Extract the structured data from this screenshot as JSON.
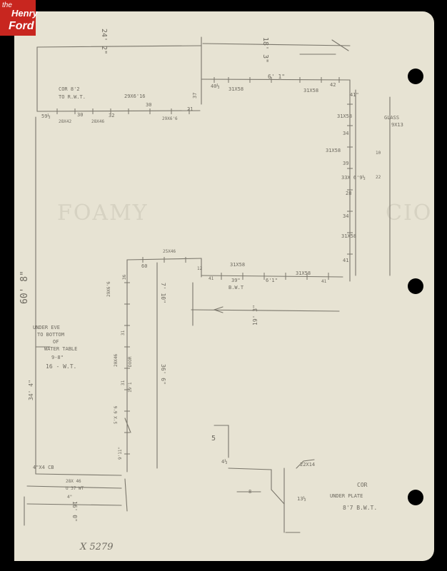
{
  "logo": {
    "line1": "the",
    "line2": "Henry",
    "line3": "Ford"
  },
  "bleed_through": {
    "left": "FOAMY",
    "right": "CIO"
  },
  "colors": {
    "paper": "#e7e3d3",
    "pencil": "#6e6a60",
    "logo": "#c8261f"
  },
  "labels": {
    "top_vertical_dim": "24' 2\"",
    "top_right_vertical_dim": "18' 3\"",
    "top_span_dim": "6' 1\"",
    "dim_40half": "40½",
    "win_31x58_top": "31X58",
    "win_31x58_topright": "31X58",
    "dim_42": "42",
    "dim_41": "41\"",
    "cor_line1": "COR  8'2",
    "cor_line2": "TO R.W.T.",
    "win_29x616": "29X6'16",
    "dim_30_top": "30",
    "dim_37": "37",
    "dim_59half": "59½",
    "dim_30_b": "30",
    "dim_32": "32",
    "win_28x42": "28X42",
    "win_28x46": "28X46",
    "win_29x616_b": "29X6'6",
    "dim_21": "21",
    "right_31x58_a": "31X58",
    "right_34_a": "34",
    "right_31x58_b": "31X58",
    "right_39": "39",
    "right_door": "33X 6'9½",
    "right_28": "28",
    "right_34_b": "34",
    "right_31x58_c": "31X58",
    "right_41": "41",
    "glass_line1": "GLASS",
    "glass_line2": "9X13",
    "side_small_dim": "10",
    "side_small_dim2": "22",
    "mid_25x46": "25X46",
    "mid_60": "60",
    "mid_12": "12",
    "mid_31x58_a": "31X58",
    "mid_31x58_b": "31X58",
    "mid_39": "39\"",
    "mid_bwt": "B.W.T",
    "mid_61": "6'1\"",
    "mid_41": "41",
    "mid_41b": "41",
    "mid_dim_vert": "19' 3\"",
    "mid_7_10": "7' 10\"",
    "left_vertical": "60' 8\"",
    "under_line1": "UNDER EVE",
    "under_line2": "TO BOTTOM",
    "under_line3": "OF",
    "under_line4": "WATER TABLE",
    "under_line5": "9-8\"",
    "under_line6": "16 - W.T.",
    "left_lower_vertical": "34' 4\"",
    "vert_29x66": "29X6'6",
    "vert_36": "36",
    "vert_31": "31",
    "vert_20x46": "20X46",
    "vert_door": "DOOR",
    "vert_19x": "19'1",
    "vert_36_6": "36' 6\"",
    "vert_31_b": "31",
    "vert_5x66": "5'X 6'6",
    "vert_9_11": "9'11\"",
    "small_5": "5",
    "small_4half": "4½",
    "small_8": "8",
    "small_22x14": "22X14",
    "small_13half": "13½",
    "cor_low_line1": "COR",
    "cor_low_line2": "UNDER PLATE",
    "cor_low_line3": "8'7 B.W.T.",
    "cb_label": "4\"X4  CB",
    "cb_28x46": "28X 46",
    "cb_u37": "U 37 WT",
    "cb_4": "4\"",
    "bottom_16": "16' 0\"",
    "catalog": "X 5279"
  }
}
